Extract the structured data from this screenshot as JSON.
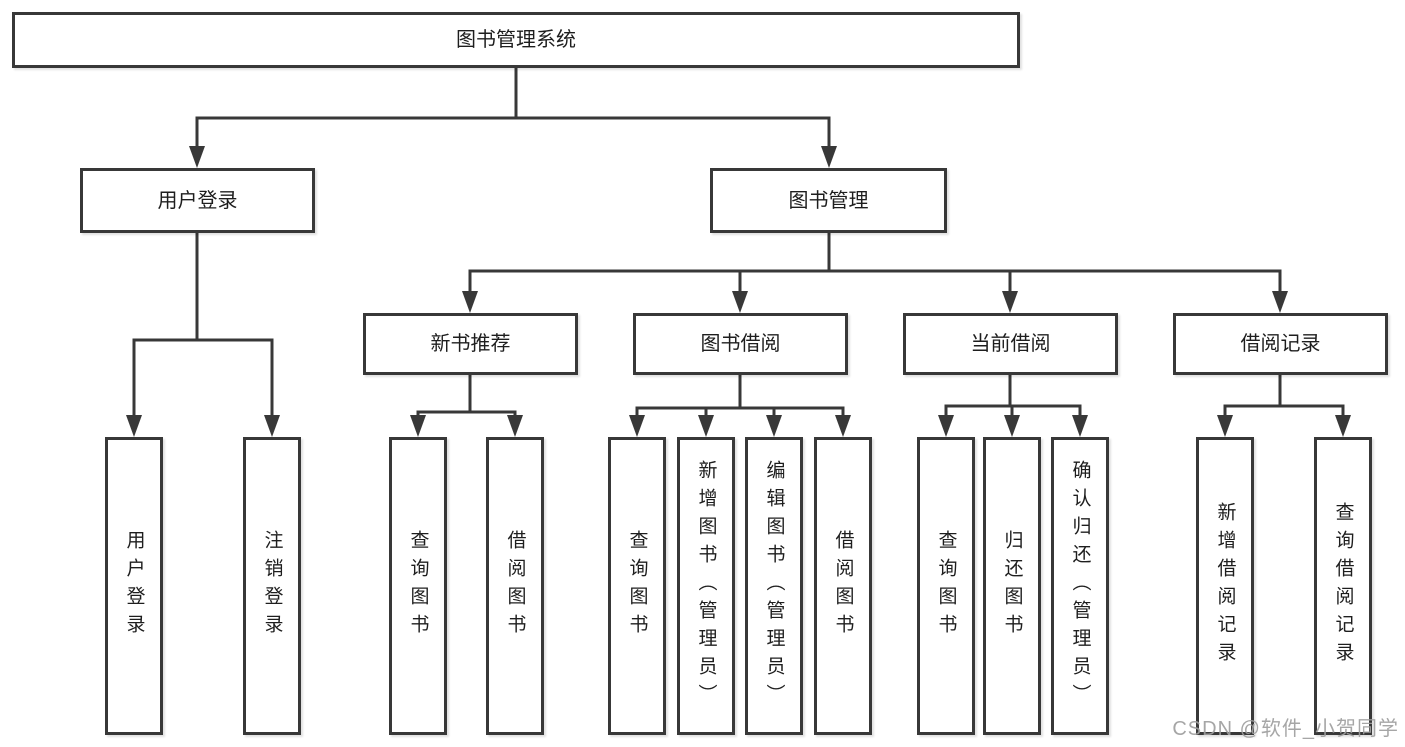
{
  "tree": {
    "root": "图书管理系统",
    "children": [
      {
        "label": "用户登录",
        "children": [
          "用户登录",
          "注销登录"
        ]
      },
      {
        "label": "图书管理",
        "children": [
          {
            "label": "新书推荐",
            "children": [
              "查询图书",
              "借阅图书"
            ]
          },
          {
            "label": "图书借阅",
            "children": [
              "查询图书",
              "新增图书（管理员）",
              "编辑图书（管理员）",
              "借阅图书"
            ]
          },
          {
            "label": "当前借阅",
            "children": [
              "查询图书",
              "归还图书",
              "确认归还（管理员）"
            ]
          },
          {
            "label": "借阅记录",
            "children": [
              "新增借阅记录",
              "查询借阅记录"
            ]
          }
        ]
      }
    ]
  },
  "watermark": "CSDN @软件_小贺同学",
  "colors": {
    "line": "#383838",
    "text": "#1e1e1e",
    "watermark": "#9e9e9e",
    "background": "#ffffff"
  }
}
